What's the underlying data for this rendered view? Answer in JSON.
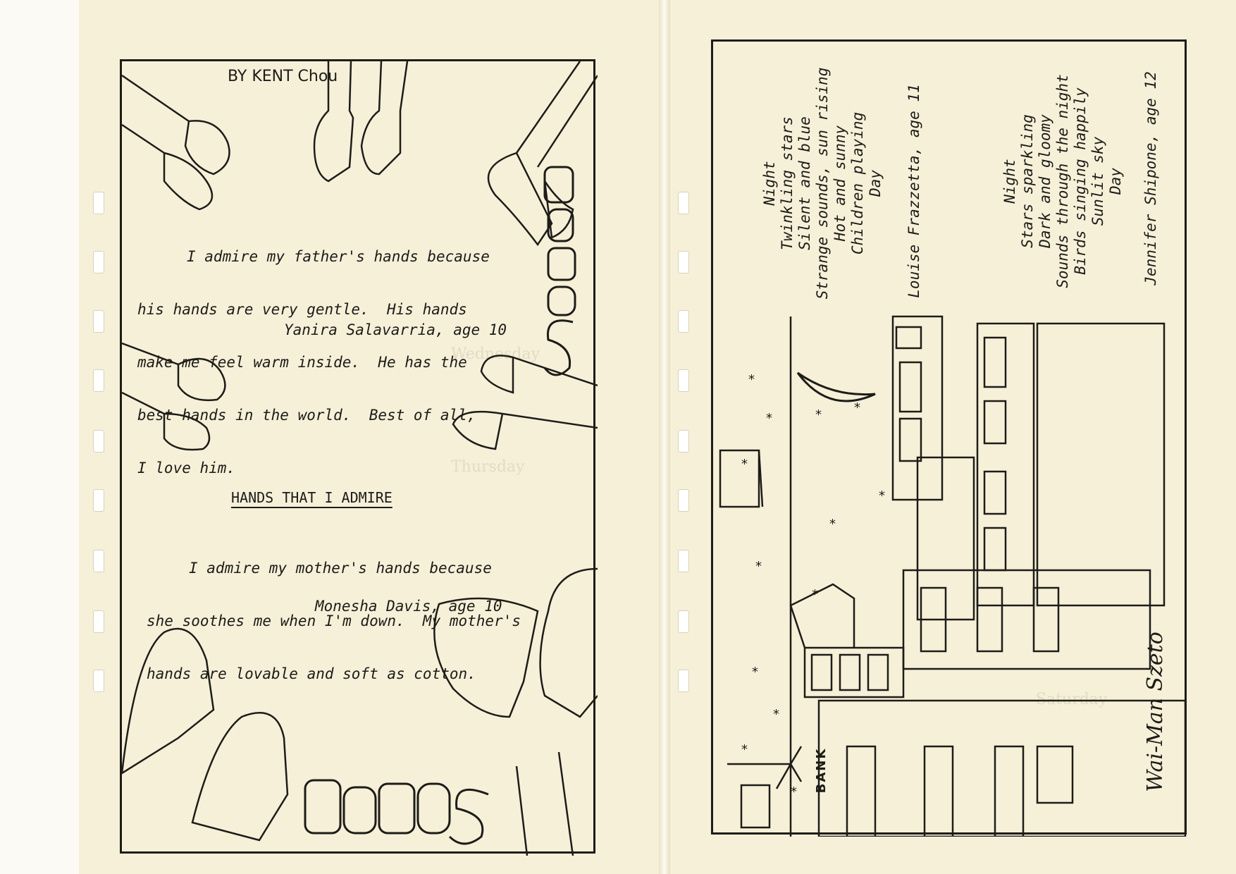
{
  "left_page": {
    "credit": "BY KENT Chou",
    "essay1": {
      "lines": [
        "I admire my father's hands because",
        "his hands are very gentle.  His hands",
        "make me feel warm inside.  He has the",
        "best hands in the world.  Best of all,",
        "I love him."
      ],
      "author": "Yanira Salavarria, age 10"
    },
    "heading": "HANDS THAT I ADMIRE",
    "essay2": {
      "lines": [
        "I admire my mother's hands because",
        "she soothes me when I'm down.  My mother's",
        "hands are lovable and soft as cotton."
      ],
      "author": "Monesha Davis, age 10"
    },
    "art_word_side": "HANDS",
    "art_word_bottom": "HANDS"
  },
  "right_page": {
    "poem1": {
      "lines": [
        "Night",
        "Twinkling stars",
        "Silent and blue",
        "Strange sounds, sun rising",
        "Hot and sunny",
        "Children playing",
        "Day"
      ],
      "author": "Louise Frazzetta, age 11"
    },
    "poem2": {
      "lines": [
        "Night",
        "Stars sparkling",
        "Dark and gloomy",
        "Sounds through the night",
        "Birds singing happily",
        "Sunlit sky",
        "Day"
      ],
      "author": "Jennifer Shipone, age 12"
    },
    "bank_sign": "BANK",
    "signature": "Wai-Man Szeto"
  }
}
